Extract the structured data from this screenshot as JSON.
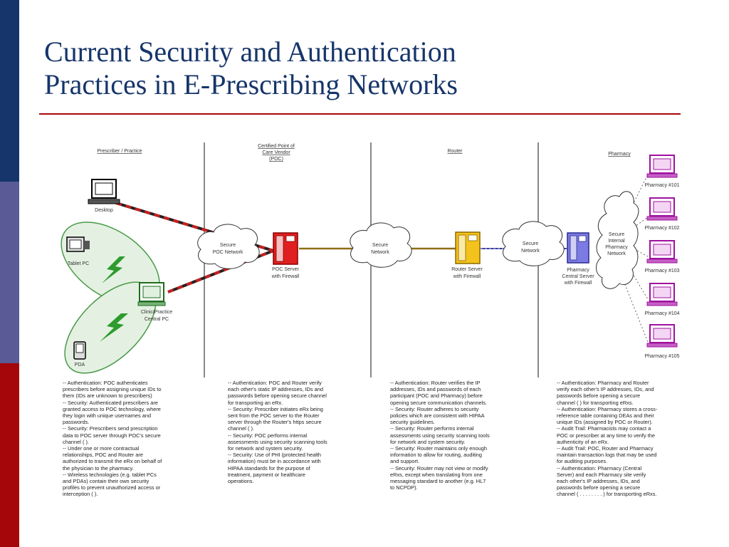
{
  "slide": {
    "title_line1": "Current Security and Authentication",
    "title_line2": "Practices in E-Prescribing Networks",
    "colors": {
      "title": "#16356a",
      "rule": "#a5060a",
      "band_top": "#16356a",
      "band_mid": "#5a5a96",
      "band_bot": "#a5060a"
    }
  },
  "columns": {
    "prescriber": "Prescriber / Practice",
    "poc_line1": "Certified Point of",
    "poc_line2": "Care Vendor",
    "poc_line3": "(POC)",
    "router": "Router",
    "pharmacy": "Pharmacy"
  },
  "nodes": {
    "desktop": "Desktop",
    "tablet": "Tablet PC",
    "clinic_line1": "Clinic/Practice",
    "clinic_line2": "Central PC",
    "pda": "PDA",
    "secure_poc_line1": "Secure",
    "secure_poc_line2": "POC Network",
    "poc_server_line1": "POC Server",
    "poc_server_line2": "with Firewall",
    "secure_net_line1": "Secure",
    "secure_net_line2": "Network",
    "router_server_line1": "Router Server",
    "router_server_line2": "with Firewall",
    "secure_net2_line1": "Secure",
    "secure_net2_line2": "Network",
    "pharm_server_line1": "Pharmacy",
    "pharm_server_line2": "Central Server",
    "pharm_server_line3": "with Firewall",
    "internal_line1": "Secure",
    "internal_line2": "Internal",
    "internal_line3": "Pharmacy",
    "internal_line4": "Network",
    "pharmacies": [
      "Pharmacy #101",
      "Pharmacy #102",
      "Pharmacy #103",
      "Pharmacy #104",
      "Pharmacy #105"
    ]
  },
  "notes": {
    "col1": [
      "-- Authentication: POC authenticates",
      "prescribers before assigning unique IDs to",
      "them (IDs are unknown to prescribers)",
      "-- Security: Authenticated prescribers are",
      "granted access to POC technology, where",
      "they login with unique usernames and",
      "passwords.",
      "-- Security: Prescribers send prescription",
      "data to POC server through POC's secure",
      "channel (               ).",
      "-- Under one or more contractual",
      "relationships, POC and Router are",
      "authorized to transmit the eRx on behalf of",
      "the physician to the pharmacy.",
      "-- Wireless technologies (e.g. tablet PCs",
      "and PDAs) contain their own security",
      "profiles to prevent unauthorized access or",
      "interception (          )."
    ],
    "col2": [
      "-- Authentication: POC and Router verify",
      "each other's static IP addresses, IDs and",
      "passwords before opening secure channel",
      "for transporting an eRx.",
      "-- Security: Prescriber initiates eRx being",
      "sent from the POC server to the Router",
      "server through the Router's https secure",
      "channel (               ).",
      "-- Security: POC performs internal",
      "assessments using security scanning tools",
      "for network and system security.",
      "-- Security: Use of PHI (protected health",
      "information) must be in accordance with",
      "HIPAA standards for the purpose of",
      "treatment, payment or healthcare",
      "operations."
    ],
    "col3": [
      "-- Authentication: Router verifies the IP",
      "addresses, IDs and passwords of each",
      "participant (POC and Pharmacy) before",
      "opening secure communication channels.",
      "-- Security: Router adheres to security",
      "policies which are consistent with HIPAA",
      "security guidelines.",
      "-- Security: Router performs internal",
      "assessments using security scanning tools",
      "for network and system security.",
      "-- Security: Router maintains only enough",
      "information to allow for routing, auditing",
      "and support.",
      "-- Security: Router may not view or modify",
      "eRxs, except when translating from one",
      "messaging standard to another (e.g. HL7",
      "to NCPDP)."
    ],
    "col4": [
      "-- Authentication: Pharmacy and Router",
      "verify each other's IP addresses, IDs, and",
      "passwords before opening a secure",
      "channel (               ) for transporting eRxs.",
      "-- Authentication: Pharmacy stores a cross-",
      "reference table containing DEAs and their",
      "unique IDs (assigned by POC or Router).",
      "-- Audit Trail: Pharmacists may contact a",
      "POC or prescriber at any time to verify the",
      "authenticity of an eRx.",
      "-- Audit Trail: POC, Router and Pharmacy",
      "maintain transaction logs that may be used",
      "for auditing purposes.",
      "-- Authentication: Pharmacy (Central",
      "Server) and each Pharmacy site verify",
      "each other's IP addresses, IDs, and",
      "passwords before opening a secure",
      "channel ( . . . . . . . . ) for transporting eRxs."
    ]
  }
}
